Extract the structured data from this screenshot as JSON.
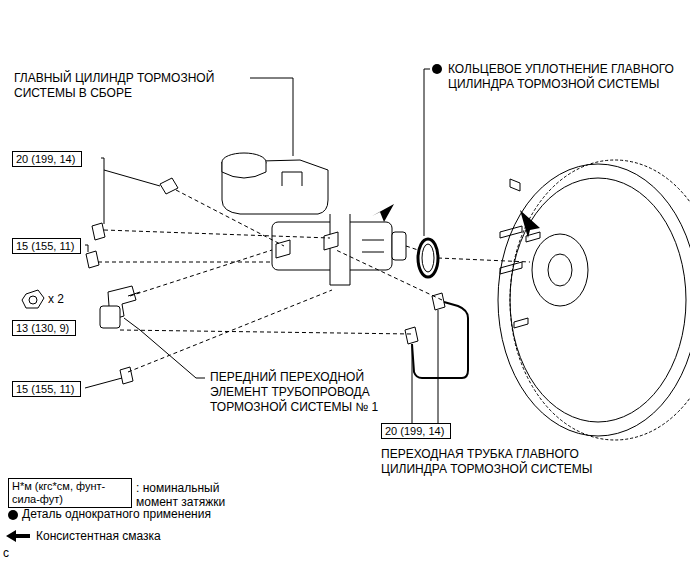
{
  "diagram": {
    "nodes": [
      {
        "text": [
          "20 (199, 14)"
        ]
      },
      {
        "text": [
          "15 (155, 11)"
        ]
      },
      {
        "text": [
          "13 (130, 9)"
        ]
      },
      {
        "text": [
          "15 (155, 11)"
        ]
      },
      {
        "text": [
          "20 (199, 14)"
        ]
      }
    ],
    "labels": [
      "ГЛАВНЫЙ ЦИЛИНДР ТОРМОЗНОЙ СИСТЕМЫ В СБОРЕ",
      "КОЛЬЦЕВОЕ УПЛОТНЕНИЕ ГЛАВНОГО ЦИЛИНДРА ТОРМОЗНОЙ СИСТЕМЫ",
      "x 2",
      "ПЕРЕДНИЙ ПЕРЕХОДНОЙ ЭЛЕМЕНТ ТРУБОПРОВОДА ТОРМОЗНОЙ СИСТЕМЫ № 1",
      "ПЕРЕХОДНАЯ ТРУБКА ГЛАВНОГО ЦИЛИНДРА ТОРМОЗНОЙ СИСТЕМЫ",
      "Н*м (кгс*см, фунт-сила-фут)",
      "c"
    ],
    "legend": [
      {
        "text": ": номинальный момент затяжки"
      },
      {
        "text": "Деталь однократного применения"
      },
      {
        "text": "Консистентная смазка"
      }
    ]
  }
}
